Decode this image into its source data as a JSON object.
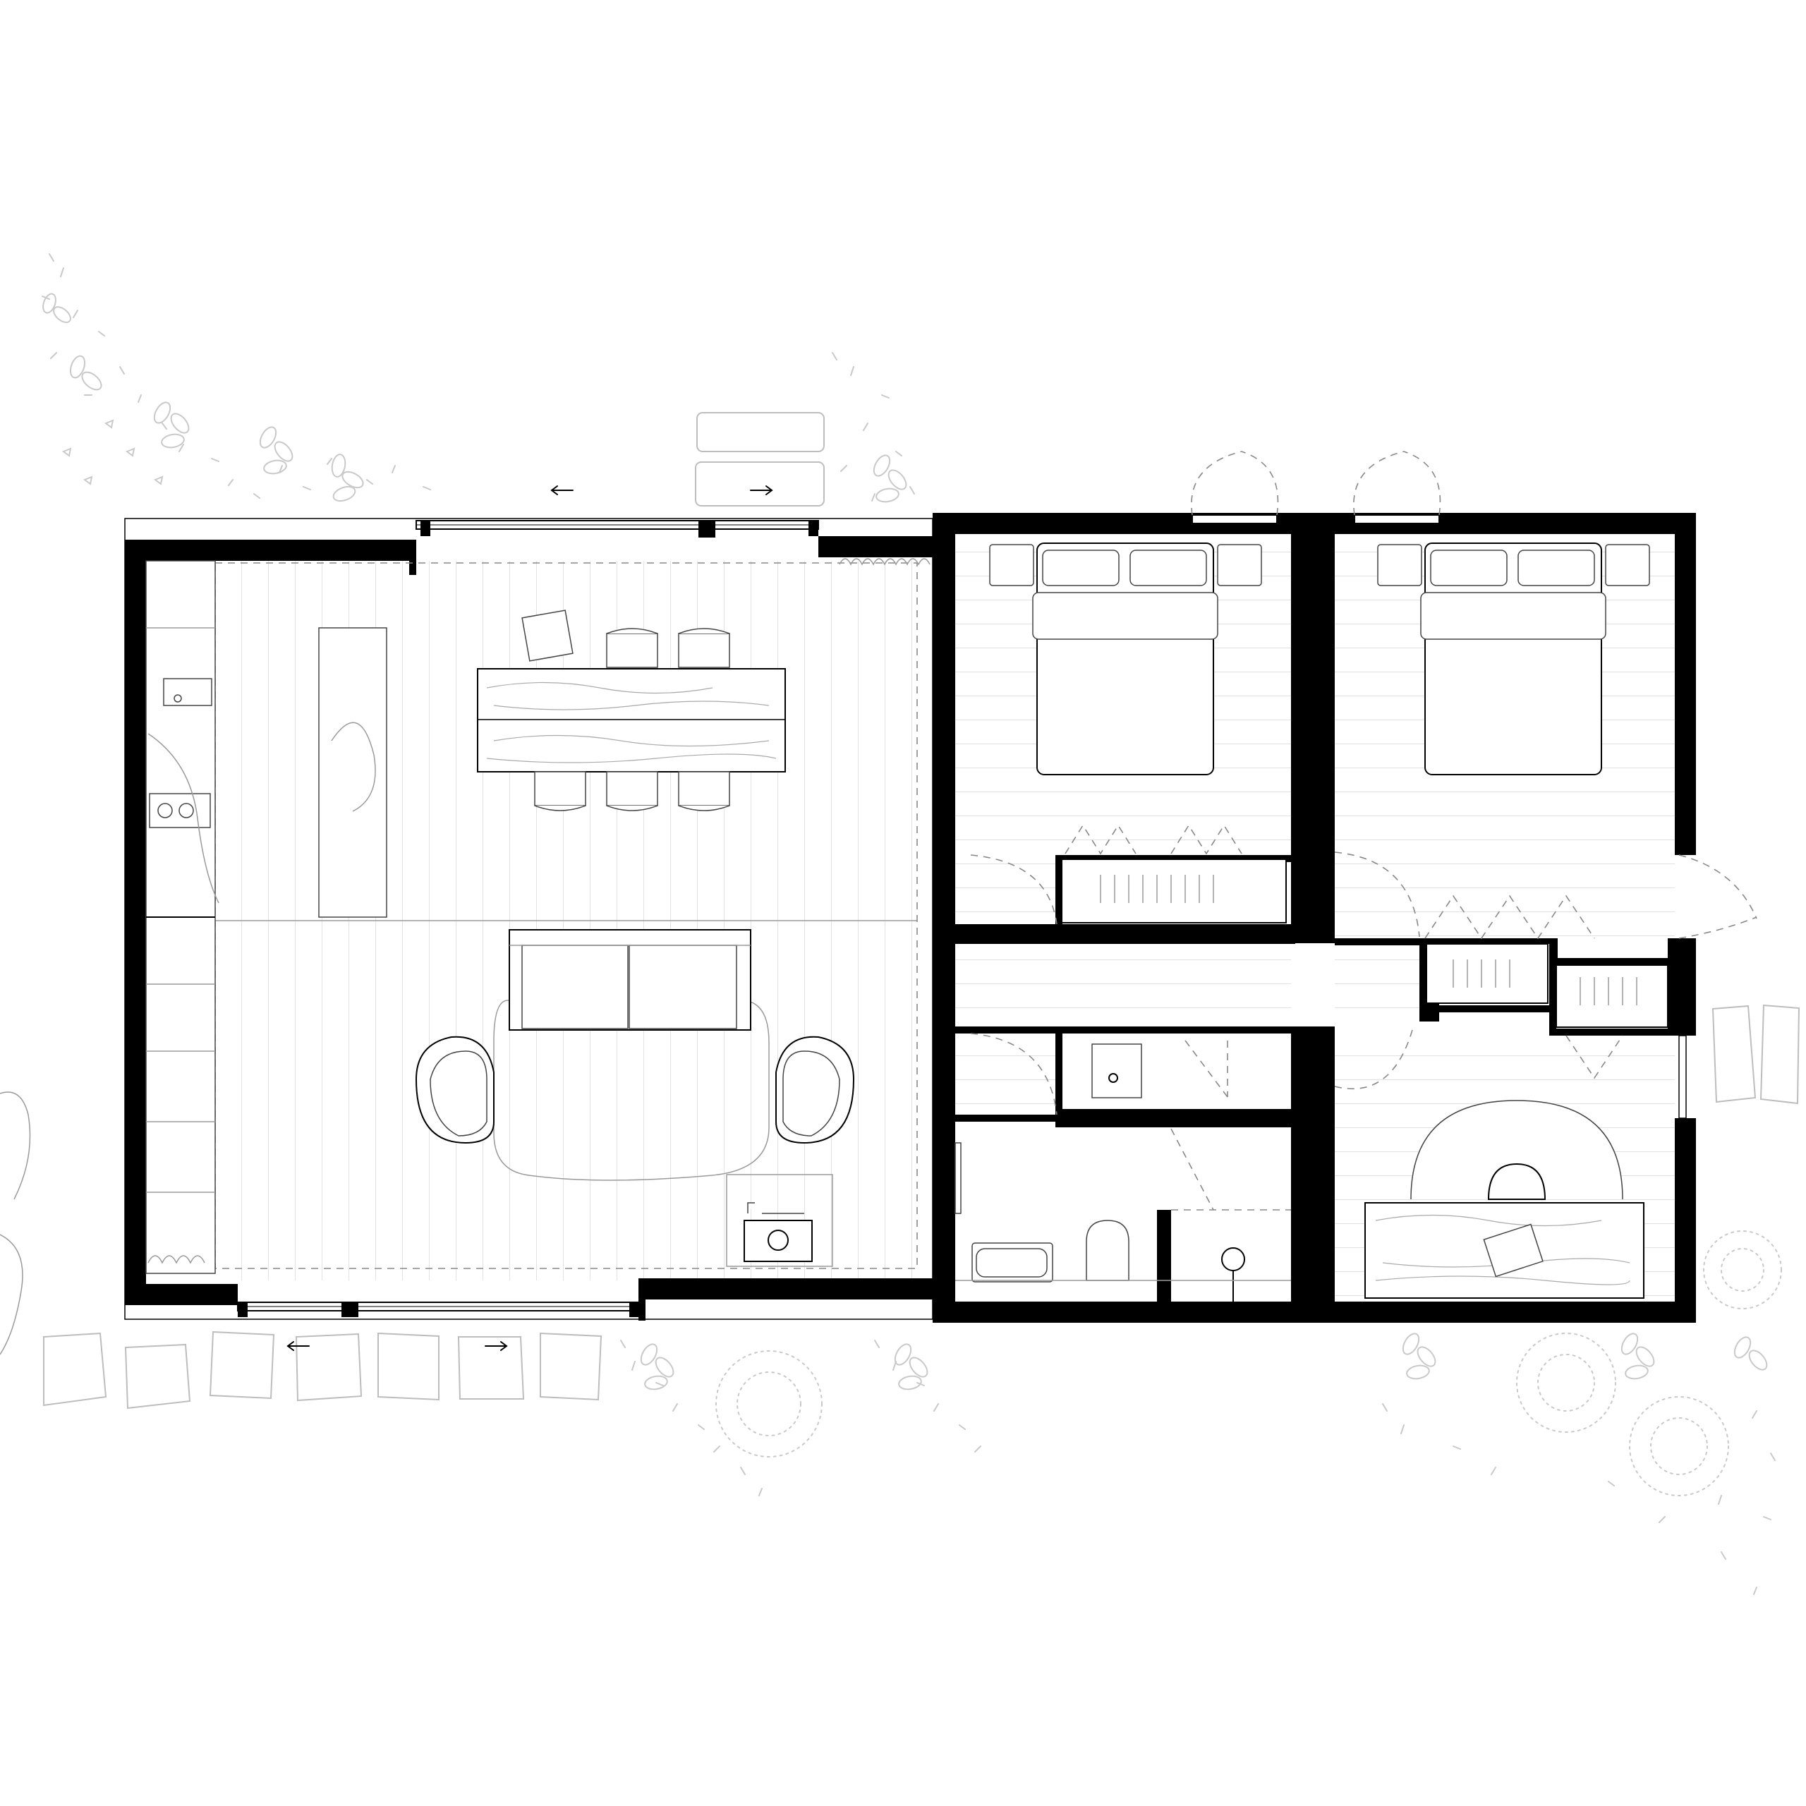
{
  "drawing": {
    "kind": "architectural-floor-plan",
    "view": "top-down",
    "colors": {
      "walls": "#000000",
      "background": "#ffffff",
      "landscape": "#c9c9c9",
      "floor_lines": "#cfcfcf"
    }
  },
  "rooms": [
    {
      "id": "living-kitchen",
      "contents": [
        "kitchen-counter",
        "kitchen-island",
        "dining-table",
        "sofa",
        "lounge-chairs",
        "rug",
        "stove"
      ]
    },
    {
      "id": "bedroom-1",
      "contents": [
        "double-bed",
        "nightstands",
        "wardrobe"
      ]
    },
    {
      "id": "bedroom-2",
      "contents": [
        "double-bed",
        "nightstands",
        "wardrobe"
      ]
    },
    {
      "id": "hallway",
      "contents": []
    },
    {
      "id": "bathroom",
      "contents": [
        "bathtub",
        "toilet",
        "shower",
        "sink"
      ]
    },
    {
      "id": "study",
      "contents": [
        "desk",
        "desk-chair",
        "rug"
      ]
    }
  ],
  "icons": {
    "sliding_arrow_left": "arrow-left-icon",
    "sliding_arrow_right": "arrow-right-icon"
  }
}
